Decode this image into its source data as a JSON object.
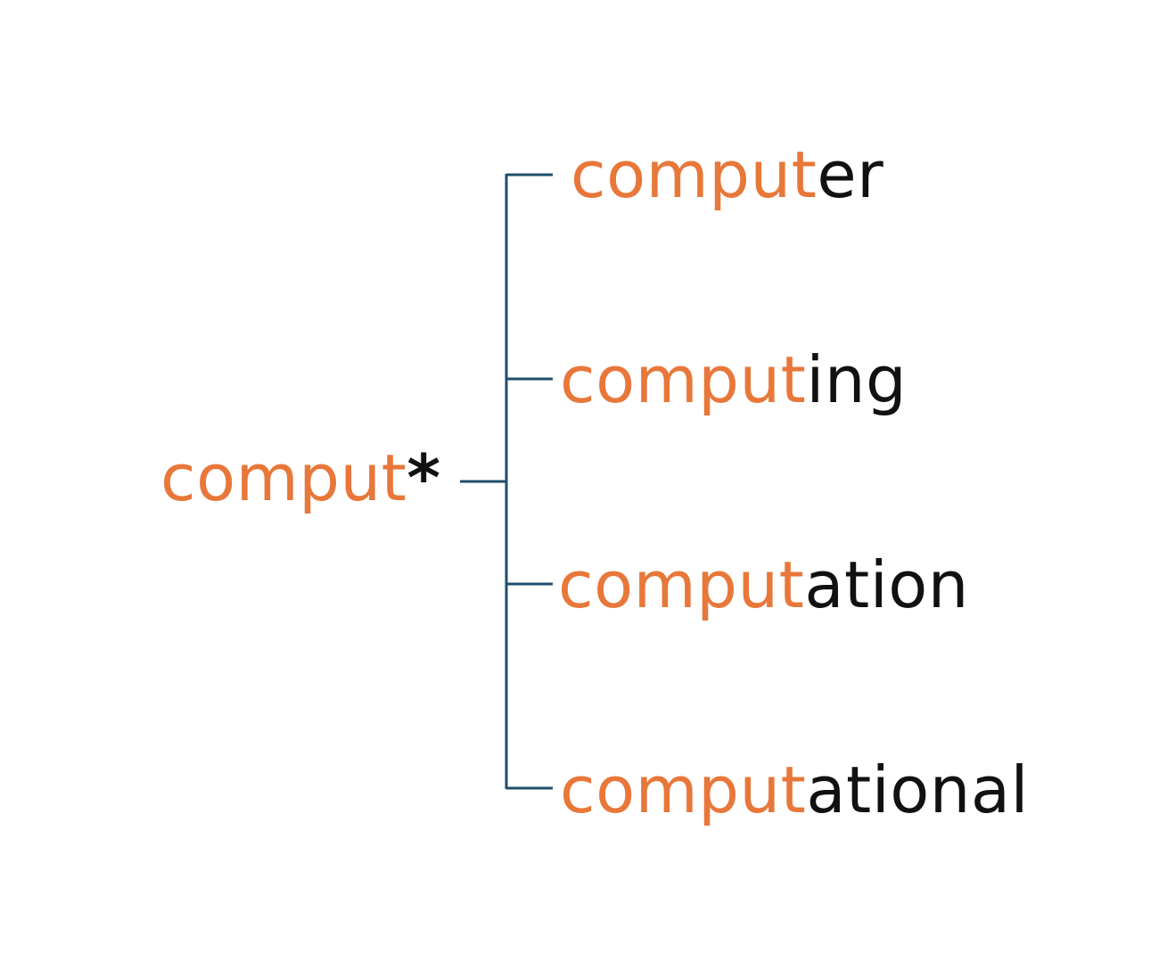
{
  "root": {
    "stem": "comput",
    "wildcard": "*"
  },
  "branches": [
    {
      "stem": "comput",
      "suffix": "er"
    },
    {
      "stem": "comput",
      "suffix": "ing"
    },
    {
      "stem": "comput",
      "suffix": "ation"
    },
    {
      "stem": "comput",
      "suffix": "ational"
    }
  ],
  "colors": {
    "stem": "#E8773A",
    "suffix": "#111111",
    "connector": "#1F4E6B"
  }
}
